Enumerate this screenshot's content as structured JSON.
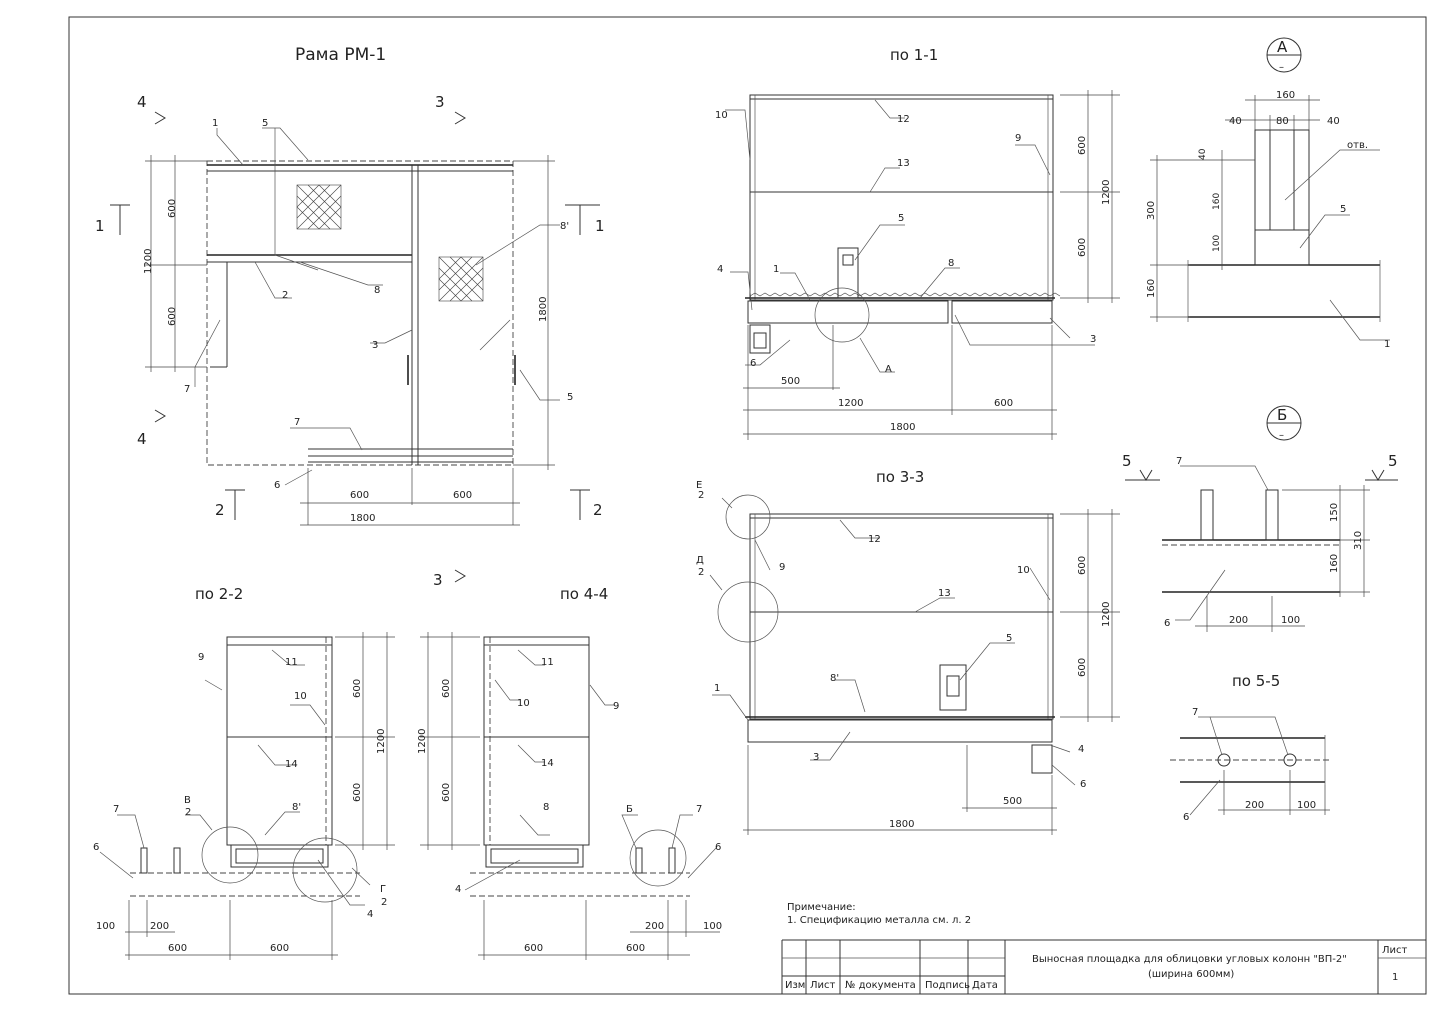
{
  "views": {
    "frame": {
      "title": "Рама РМ-1"
    },
    "s11": {
      "title": "по 1-1"
    },
    "s22": {
      "title": "по 2-2"
    },
    "s33": {
      "title": "по 3-3"
    },
    "s44": {
      "title": "по 4-4"
    },
    "s55": {
      "title": "по 5-5"
    },
    "nodeA": {
      "title": "А",
      "sub": "–"
    },
    "nodeB": {
      "title": "Б",
      "sub": "–"
    }
  },
  "labels": {
    "n1": "1",
    "n2": "2",
    "n3": "3",
    "n4": "4",
    "n5": "5",
    "n6": "6",
    "n7": "7",
    "n8": "8",
    "n8p": "8'",
    "n9": "9",
    "n10": "10",
    "n11": "11",
    "n12": "12",
    "n13": "13",
    "n14": "14",
    "d40": "40",
    "d80": "80",
    "d100": "100",
    "d150": "150",
    "d160": "160",
    "d200": "200",
    "d300": "300",
    "d310": "310",
    "d500": "500",
    "d600": "600",
    "d1200": "1200",
    "d1800": "1800",
    "otv": "отв.",
    "cA": "А",
    "cB": "Б",
    "cV": "В",
    "cG": "Г",
    "cD": "Д",
    "cE": "Е"
  },
  "notes": {
    "heading": "Примечание:",
    "item1": "1. Спецификацию металла см. л. 2"
  },
  "title_block": {
    "description": "Выносная площадка для облицовки угловых колонн \"ВП-2\"",
    "subtitle": "(ширина 600мм)",
    "sheet_label": "Лист",
    "sheet_number": "1",
    "col_izm": "Изм",
    "col_list": "Лист",
    "col_doc": "№ документа",
    "col_sign": "Подпись",
    "col_date": "Дата"
  }
}
